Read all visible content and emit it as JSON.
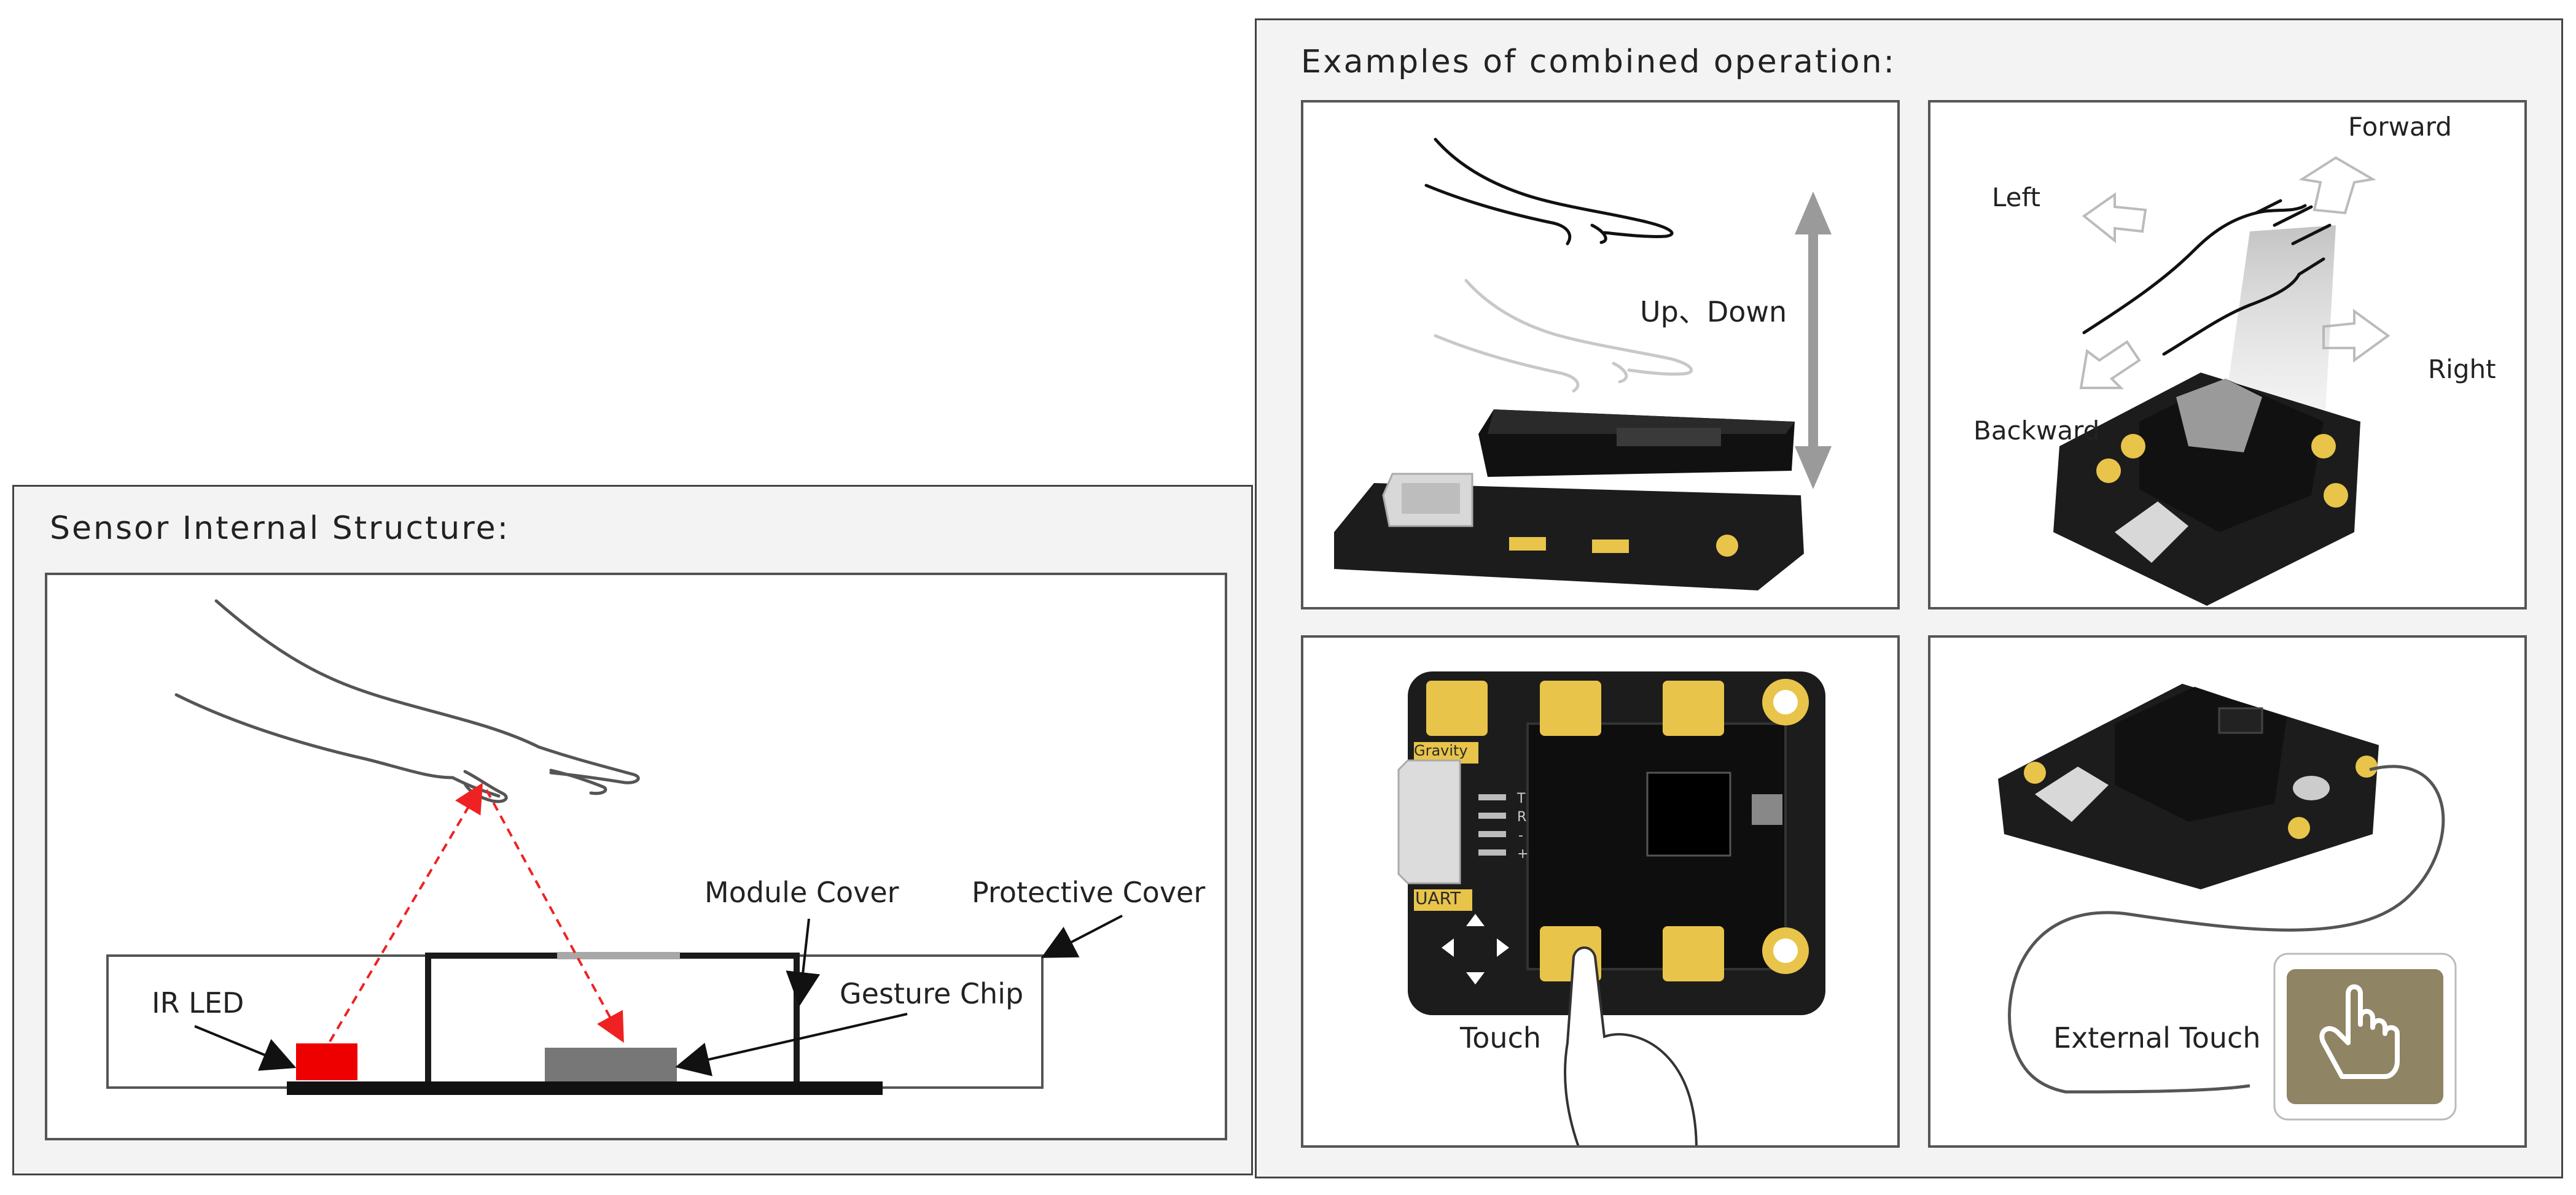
{
  "structure": {
    "title": "Sensor Internal Structure:",
    "labels": {
      "ir_led": "IR LED",
      "module_cover": "Module Cover",
      "protective_cover": "Protective Cover",
      "gesture_chip": "Gesture Chip"
    }
  },
  "examples": {
    "title": "Examples of combined operation:",
    "up_down": {
      "label": "Up、Down"
    },
    "directions": {
      "forward": "Forward",
      "left": "Left",
      "right": "Right",
      "backward": "Backward"
    },
    "touch": {
      "label": "Touch",
      "connector_top": "Gravity",
      "connector_bottom": "UART",
      "pins": [
        "T",
        "R",
        "-",
        "+"
      ]
    },
    "external": {
      "label": "External Touch"
    }
  },
  "colors": {
    "ir_led": "#ee0000",
    "beam": "#ee2222",
    "chip": "#777777",
    "board": "#1c1c1c",
    "pad": "#e8c44a",
    "touch_button": "#8f8463"
  },
  "icons": [
    "hand-icon",
    "double-arrow-icon",
    "direction-arrow-icon",
    "finger-pointer-icon",
    "sensor-board-icon",
    "cable-icon"
  ]
}
